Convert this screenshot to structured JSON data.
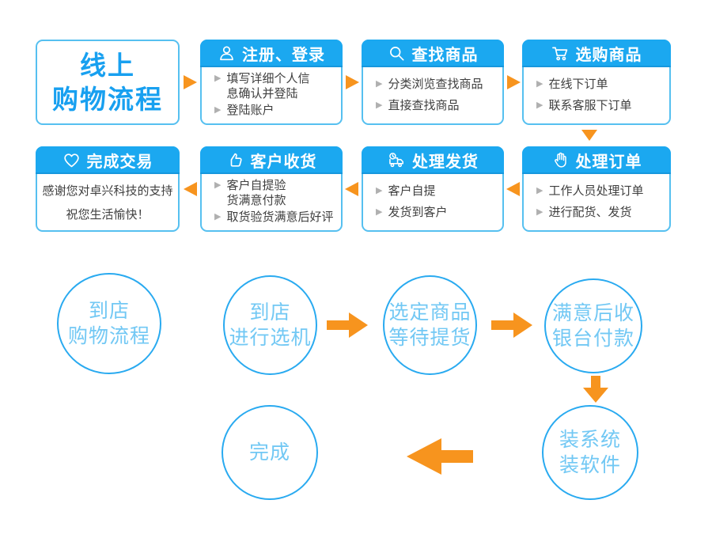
{
  "colors": {
    "header_blue": "#1ba8f0",
    "border_blue": "#56c0f0",
    "title_blue": "#18a0f0",
    "circle_stroke_blue": "#29aaf0",
    "circle_text_blue": "#72c8f4",
    "arrow_orange": "#f7941e",
    "body_text": "#3f3f3f",
    "bullet_gray": "#b0b0b0"
  },
  "online_flow": {
    "title_line1": "线上",
    "title_line2": "购物流程",
    "boxes": [
      {
        "header": "注册、登录",
        "icon": "user-icon",
        "items": [
          "填写详细个人信息确认并登陆",
          "登陆账户"
        ]
      },
      {
        "header": "查找商品",
        "icon": "search-icon",
        "items": [
          "分类浏览查找商品",
          "直接查找商品"
        ]
      },
      {
        "header": "选购商品",
        "icon": "cart-icon",
        "items": [
          "在线下订单",
          "联系客服下订单"
        ]
      },
      {
        "header": "处理订单",
        "icon": "hand-icon",
        "items": [
          "工作人员处理订单",
          "进行配货、发货"
        ]
      },
      {
        "header": "处理发货",
        "icon": "delivery-truck-icon",
        "items": [
          "客户自提",
          "发货到客户"
        ]
      },
      {
        "header": "客户收货",
        "icon": "thumbs-up-icon",
        "items": [
          "客户自提验货满意付款",
          "取货验货满意后好评"
        ]
      },
      {
        "header": "完成交易",
        "icon": "heart-icon",
        "lines": [
          "感谢您对卓兴科技的支持",
          "祝您生活愉快！"
        ]
      }
    ]
  },
  "offline_flow": {
    "circles": [
      {
        "lines": [
          "到店",
          "购物流程"
        ]
      },
      {
        "lines": [
          "到店",
          "进行选机"
        ]
      },
      {
        "lines": [
          "选定商品",
          "等待提货"
        ]
      },
      {
        "lines": [
          "满意后收",
          "银台付款"
        ]
      },
      {
        "lines": [
          "装系统",
          "装软件"
        ]
      },
      {
        "lines": [
          "完成"
        ]
      }
    ]
  }
}
